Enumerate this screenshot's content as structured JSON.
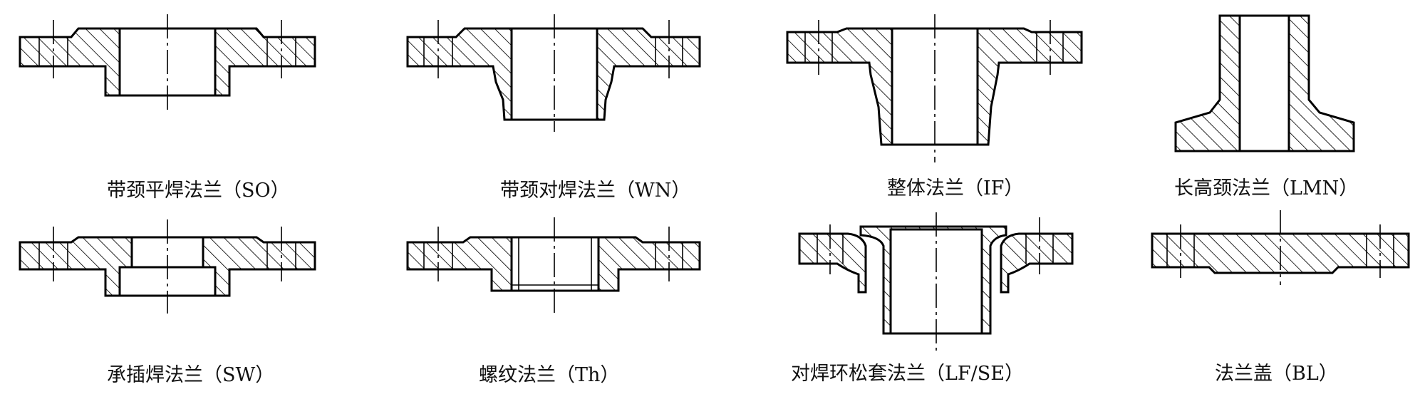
{
  "flanges": [
    {
      "id": "so",
      "label": "带颈平焊法兰（SO）"
    },
    {
      "id": "wn",
      "label": "带颈对焊法兰（WN）"
    },
    {
      "id": "if",
      "label": "整体法兰（IF）"
    },
    {
      "id": "lmn",
      "label": "长高颈法兰（LMN）"
    },
    {
      "id": "sw",
      "label": "承插焊法兰（SW）"
    },
    {
      "id": "th",
      "label": "螺纹法兰（Th）"
    },
    {
      "id": "lf",
      "label": "对焊环松套法兰（LF/SE）"
    },
    {
      "id": "bl",
      "label": "法兰盖（BL）"
    }
  ]
}
